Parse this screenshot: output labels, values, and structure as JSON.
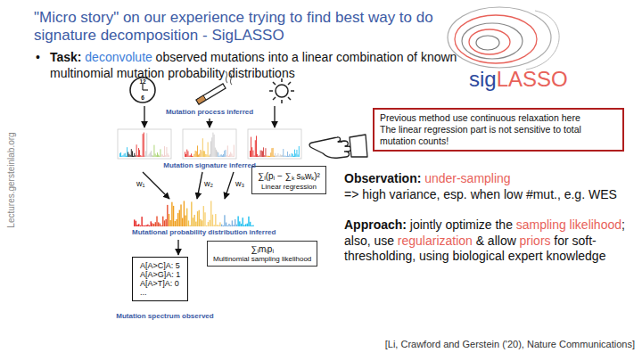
{
  "diagram": {
    "title": "\"Micro story\" on our experience trying to find best way to do signature decomposition - SigLASSO",
    "nodes": [
      {
        "text": [
          "∑ᵢ(pᵢ − ∑ₖ sᵢₖwₖ)²",
          "Linear regression"
        ]
      },
      {
        "text": [
          "Previous method use continuous relaxation here",
          "The linear regression part is not sensitive to total mutation counts!"
        ]
      },
      {
        "text": [
          "∑ᵢmᵢpᵢ",
          "Multinomial sampling likelihood"
        ]
      },
      {
        "text": [
          "A[A>C]A: 5",
          "A[A>G]A: 1",
          "A[A>T]A: 0",
          "..."
        ]
      }
    ],
    "labels": [
      "sig",
      "LASSO",
      "12",
      "6",
      "•",
      "Task:",
      "deconvolute",
      "observed mutations into a linear combination of known multinomial mutation probability distributions",
      "Mutation process inferred",
      "Mutation signature inferred",
      "w₁",
      "w₂",
      "w₃",
      "Mutational probability distribution inferred",
      "Mutation spectrum observed",
      "Observation:",
      "under-sampling",
      "=> high variance, esp. when low #mut., e.g. WES",
      "Approach:",
      "jointly optimize the",
      "sampling likelihood",
      "; also, use",
      "regularization",
      "& allow",
      "priors",
      "for soft-thresholding, using biological expert knowledge",
      "[Li, Crawford and Gerstein ('20), Nature Communications]",
      "Lectures.gersteinlab.org"
    ]
  }
}
